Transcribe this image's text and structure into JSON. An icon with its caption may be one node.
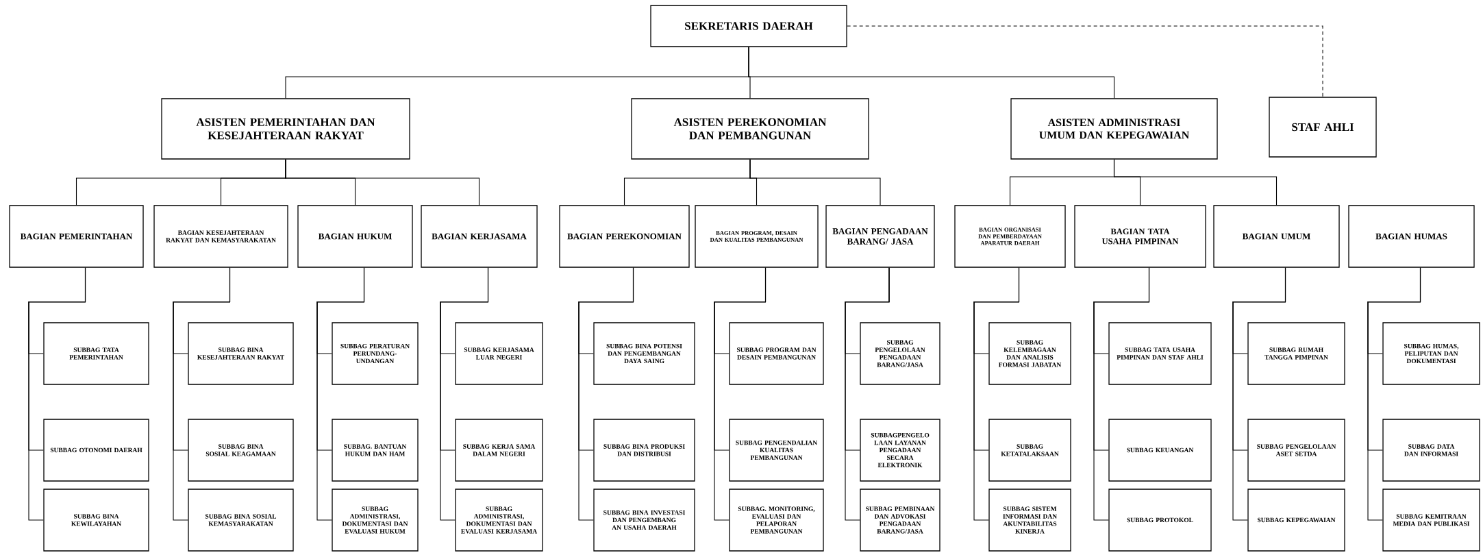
{
  "diagram": {
    "nodes": [
      {
        "text": [
          "SEKRETARIS DAERAH"
        ]
      },
      {
        "text": [
          "ASISTEN PEMERINTAHAN DAN KESEJAHTERAAN RAKYAT"
        ]
      },
      {
        "text": [
          "ASISTEN PEREKONOMIAN DAN PEMBANGUNAN"
        ]
      },
      {
        "text": [
          "ASISTEN ADMINISTRASI UMUM DAN KEPEGAWAIAN"
        ]
      },
      {
        "text": [
          "STAF AHLI"
        ]
      },
      {
        "text": [
          "BAGIAN PEMERINTAHAN"
        ]
      },
      {
        "text": [
          "BAGIAN KESEJAHTERAAN RAKYAT DAN KEMASYARAKATAN"
        ]
      },
      {
        "text": [
          "BAGIAN HUKUM"
        ]
      },
      {
        "text": [
          "BAGIAN KERJASAMA"
        ]
      },
      {
        "text": [
          "BAGIAN PEREKONOMIAN"
        ]
      },
      {
        "text": [
          "BAGIAN PROGRAM, DESAIN DAN KUALITAS PEMBANGUNAN"
        ]
      },
      {
        "text": [
          "BAGIAN PENGADAAN BARANG/ JASA"
        ]
      },
      {
        "text": [
          "BAGIAN ORGANISASI DAN PEMBERDAYAAN APARATUR DAERAH"
        ]
      },
      {
        "text": [
          "BAGIAN TATA USAHA PIMPINAN"
        ]
      },
      {
        "text": [
          "BAGIAN UMUM"
        ]
      },
      {
        "text": [
          "BAGIAN HUMAS"
        ]
      },
      {
        "text": [
          "SUBBAG TATA PEMERINTAHAN"
        ]
      },
      {
        "text": [
          "SUBBAG OTONOMI DAERAH"
        ]
      },
      {
        "text": [
          "SUBBAG BINA KEWILAYAHAN"
        ]
      },
      {
        "text": [
          "SUBBAG BINA KESEJAHTERAAN RAKYAT"
        ]
      },
      {
        "text": [
          "SUBBAG BINA SOSIAL KEAGAMAAN"
        ]
      },
      {
        "text": [
          "SUBBAG BINA SOSIAL KEMASYARAKATAN"
        ]
      },
      {
        "text": [
          "SUBBAG PERATURAN PERUNDANG-UNDANGAN"
        ]
      },
      {
        "text": [
          "SUBBAG. BANTUAN HUKUM DAN HAM"
        ]
      },
      {
        "text": [
          "SUBBAG ADMINISTRASI, DOKUMENTASI DAN EVALUASI HUKUM"
        ]
      },
      {
        "text": [
          "SUBBAG KERJASAMA LUAR NEGERI"
        ]
      },
      {
        "text": [
          "SUBBAG KERJA SAMA DALAM NEGERI"
        ]
      },
      {
        "text": [
          "SUBBAG ADMINISTRASI, DOKUMENTASI DAN EVALUASI KERJASAMA"
        ]
      },
      {
        "text": [
          "SUBBAG BINA POTENSI DAN PENGEMBANGAN DAYA SAING"
        ]
      },
      {
        "text": [
          "SUBBAG BINA PRODUKSI DAN DISTRIBUSI"
        ]
      },
      {
        "text": [
          "SUBBAG BINA INVESTASI DAN PENGEMBANG AN USAHA DAERAH"
        ]
      },
      {
        "text": [
          "SUBBAG PROGRAM DAN DESAIN PEMBANGUNAN"
        ]
      },
      {
        "text": [
          "SUBBAG PENGENDALIAN KUALITAS PEMBANGUNAN"
        ]
      },
      {
        "text": [
          "SUBBAG. MONITORING, EVALUASI DAN PELAPORAN PEMBANGUNAN"
        ]
      },
      {
        "text": [
          "SUBBAG PENGELOLAAN PENGADAAN BARANG/JASA"
        ]
      },
      {
        "text": [
          "SUBBAGPENGELO LAAN LAYANAN PENGADAAN SECARA ELEKTRONIK"
        ]
      },
      {
        "text": [
          "SUBBAG PEMBINAAN DAN ADVOKASI PENGADAAN BARANG/JASA"
        ]
      },
      {
        "text": [
          "SUBBAG KELEMBAGAAN DAN ANALISIS FORMASI JABATAN"
        ]
      },
      {
        "text": [
          "SUBBAG KETATALAKSAAN"
        ]
      },
      {
        "text": [
          "SUBBAG SISTEM INFORMASI DAN AKUNTABILITAS KINERJA"
        ]
      },
      {
        "text": [
          "SUBBAG TATA USAHA PIMPINAN DAN STAF AHLI"
        ]
      },
      {
        "text": [
          "SUBBAG KEUANGAN"
        ]
      },
      {
        "text": [
          "SUBBAG PROTOKOL"
        ]
      },
      {
        "text": [
          "SUBBAG RUMAH TANGGA PIMPINAN"
        ]
      },
      {
        "text": [
          "SUBBAG PENGELOLAAN ASET SETDA"
        ]
      },
      {
        "text": [
          "SUBBAG KEPEGAWAIAN"
        ]
      },
      {
        "text": [
          "SUBBAG HUMAS, PELIPUTAN DAN DOKUMENTASI"
        ]
      },
      {
        "text": [
          "SUBBAG DATA DAN INFORMASI"
        ]
      },
      {
        "text": [
          "SUBBAG KEMITRAAN MEDIA DAN PUBLIKASI"
        ]
      }
    ],
    "edges": [
      {
        "from": 0,
        "to": 1,
        "arrow": "none"
      },
      {
        "from": 0,
        "to": 2,
        "arrow": "none"
      },
      {
        "from": 0,
        "to": 3,
        "arrow": "none"
      },
      {
        "from": 0,
        "to": 4,
        "arrow": "none",
        "style": "dashed"
      },
      {
        "from": 1,
        "to": 5,
        "arrow": "none"
      },
      {
        "from": 1,
        "to": 6,
        "arrow": "none"
      },
      {
        "from": 1,
        "to": 7,
        "arrow": "none"
      },
      {
        "from": 1,
        "to": 8,
        "arrow": "none"
      },
      {
        "from": 2,
        "to": 9,
        "arrow": "none"
      },
      {
        "from": 2,
        "to": 10,
        "arrow": "none"
      },
      {
        "from": 2,
        "to": 11,
        "arrow": "none"
      },
      {
        "from": 3,
        "to": 12,
        "arrow": "none"
      },
      {
        "from": 3,
        "to": 13,
        "arrow": "none"
      },
      {
        "from": 3,
        "to": 14,
        "arrow": "none"
      },
      {
        "from": 5,
        "to": 16,
        "arrow": "none"
      },
      {
        "from": 5,
        "to": 17,
        "arrow": "none"
      },
      {
        "from": 5,
        "to": 18,
        "arrow": "none"
      },
      {
        "from": 6,
        "to": 19,
        "arrow": "none"
      },
      {
        "from": 6,
        "to": 20,
        "arrow": "none"
      },
      {
        "from": 6,
        "to": 21,
        "arrow": "none"
      },
      {
        "from": 7,
        "to": 22,
        "arrow": "none"
      },
      {
        "from": 7,
        "to": 23,
        "arrow": "none"
      },
      {
        "from": 7,
        "to": 24,
        "arrow": "none"
      },
      {
        "from": 8,
        "to": 25,
        "arrow": "none"
      },
      {
        "from": 8,
        "to": 26,
        "arrow": "none"
      },
      {
        "from": 8,
        "to": 27,
        "arrow": "none"
      },
      {
        "from": 9,
        "to": 28,
        "arrow": "none"
      },
      {
        "from": 9,
        "to": 29,
        "arrow": "none"
      },
      {
        "from": 9,
        "to": 30,
        "arrow": "none"
      },
      {
        "from": 10,
        "to": 31,
        "arrow": "none"
      },
      {
        "from": 10,
        "to": 32,
        "arrow": "none"
      },
      {
        "from": 10,
        "to": 33,
        "arrow": "none"
      },
      {
        "from": 11,
        "to": 34,
        "arrow": "none"
      },
      {
        "from": 11,
        "to": 35,
        "arrow": "none"
      },
      {
        "from": 11,
        "to": 36,
        "arrow": "none"
      },
      {
        "from": 12,
        "to": 37,
        "arrow": "none"
      },
      {
        "from": 12,
        "to": 38,
        "arrow": "none"
      },
      {
        "from": 12,
        "to": 39,
        "arrow": "none"
      },
      {
        "from": 13,
        "to": 40,
        "arrow": "none"
      },
      {
        "from": 13,
        "to": 41,
        "arrow": "none"
      },
      {
        "from": 13,
        "to": 42,
        "arrow": "none"
      },
      {
        "from": 14,
        "to": 43,
        "arrow": "none"
      },
      {
        "from": 14,
        "to": 44,
        "arrow": "none"
      },
      {
        "from": 14,
        "to": 45,
        "arrow": "none"
      },
      {
        "from": 15,
        "to": 46,
        "arrow": "none"
      },
      {
        "from": 15,
        "to": 47,
        "arrow": "none"
      },
      {
        "from": 15,
        "to": 48,
        "arrow": "none"
      }
    ]
  }
}
